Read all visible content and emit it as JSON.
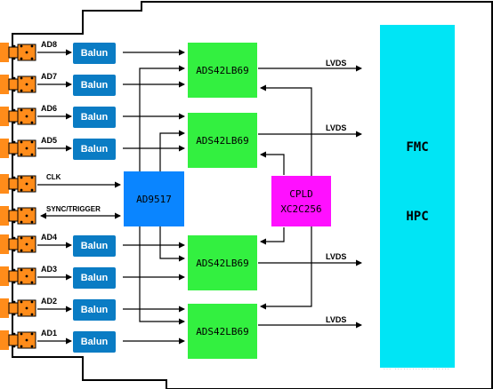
{
  "inputs": {
    "ad8": "AD8",
    "ad7": "AD7",
    "ad6": "AD6",
    "ad5": "AD5",
    "clk": "CLK",
    "sync": "SYNC/TRIGGER",
    "ad4": "AD4",
    "ad3": "AD3",
    "ad2": "AD2",
    "ad1": "AD1"
  },
  "balun_label": "Balun",
  "adc_label": "ADS42LB69",
  "clock_chip": "AD9517",
  "cpld": {
    "line1": "CPLD",
    "line2": "XC2C256"
  },
  "lvds_label": "LVDS",
  "fmc": {
    "line1": "FMC",
    "line2": "HPC"
  },
  "watermark": "… ………… ……",
  "colors": {
    "connector": "#ff8c1a",
    "balun": "#0a7cc4",
    "adc": "#33f040",
    "clock_chip": "#0a85ff",
    "cpld": "#ff10ff",
    "fmc": "#00e5f5"
  }
}
